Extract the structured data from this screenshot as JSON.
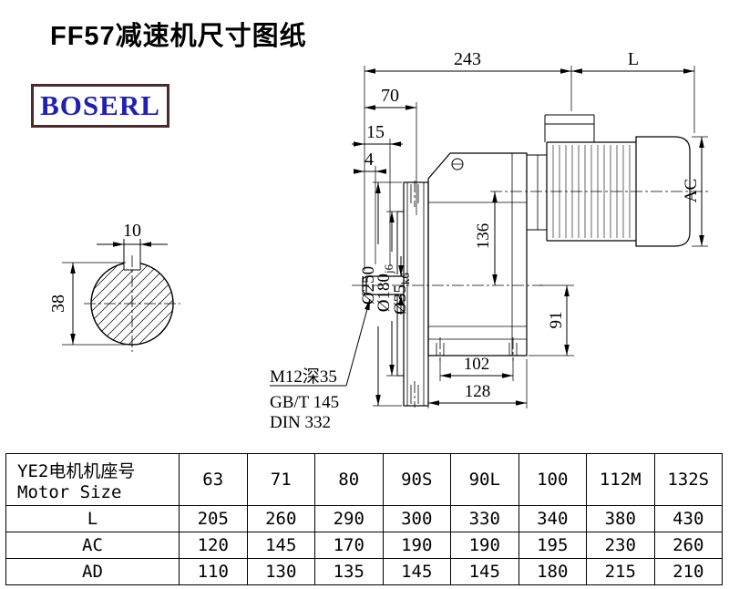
{
  "colors": {
    "logo-text": "#2020b0",
    "logo-border": "#4a2a2a",
    "line": "#000000"
  },
  "page": {
    "title": "FF57减速机尺寸图纸",
    "logo": "BOSERL"
  },
  "drawing": {
    "dims": {
      "d243": "243",
      "dL": "L",
      "d70": "70",
      "d15": "15",
      "d4": "4",
      "d10": "10",
      "d38": "38",
      "d250": "Ø250",
      "d180_main": "Ø180",
      "d180_tol": "j6",
      "d35_main": "Ø35",
      "d35_tol": "k6",
      "d136": "136",
      "dAC": "AC",
      "d91": "91",
      "d102": "102",
      "d128": "128"
    },
    "notes": {
      "tap": "M12深35",
      "std1": "GB/T 145",
      "std2": "DIN 332"
    }
  },
  "table": {
    "header": {
      "row_label_line1": "YE2电机机座号",
      "row_label_line2": "Motor Size",
      "columns": [
        "63",
        "71",
        "80",
        "90S",
        "90L",
        "100",
        "112M",
        "132S"
      ]
    },
    "rows": [
      {
        "label": "L",
        "values": [
          "205",
          "260",
          "290",
          "300",
          "330",
          "340",
          "380",
          "430"
        ]
      },
      {
        "label": "AC",
        "values": [
          "120",
          "145",
          "170",
          "190",
          "190",
          "195",
          "230",
          "260"
        ]
      },
      {
        "label": "AD",
        "values": [
          "110",
          "130",
          "135",
          "145",
          "145",
          "180",
          "215",
          "210"
        ]
      }
    ]
  }
}
